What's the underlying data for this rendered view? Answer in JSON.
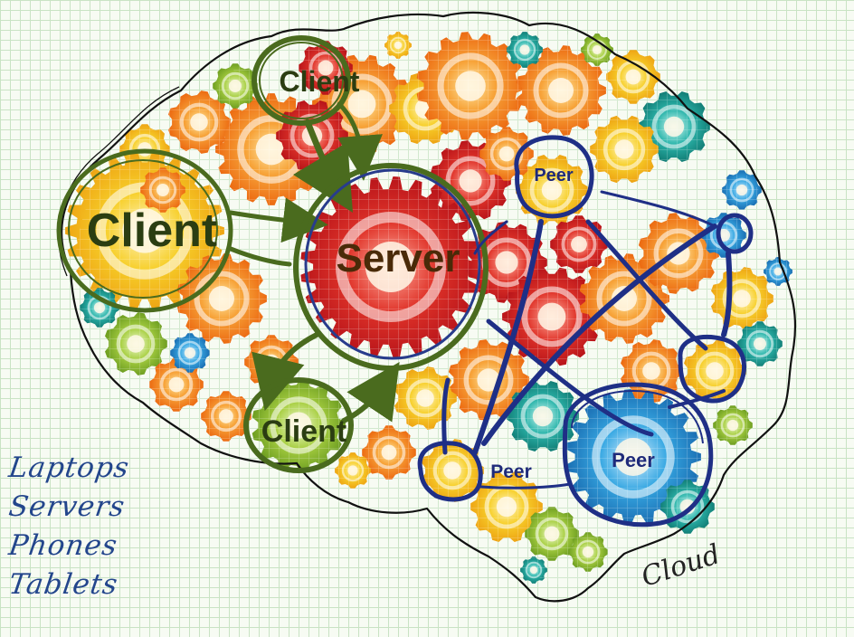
{
  "labels": {
    "client_top": "Client",
    "client_left": "Client",
    "client_bottom": "Client",
    "server": "Server",
    "peer_top": "Peer",
    "peer_bottom_left": "Peer",
    "peer_bottom_right": "Peer",
    "cloud": "Cloud"
  },
  "devices": [
    "Laptops",
    "Servers",
    "Phones",
    "Tablets"
  ],
  "colors": {
    "client_ring": "#4a6b1e",
    "client_text": "#2b3d12",
    "server_ring": "#283c8c",
    "peer_ring": "#1f2f86",
    "peer_text": "#1f2a7a",
    "outline": "#111111",
    "grid": "#c9e3c4",
    "gear_orange": "#f07c1e",
    "gear_red": "#d9231f",
    "gear_yellow": "#f6c21c",
    "gear_green": "#9cc43a",
    "gear_blue": "#2a9ad8",
    "gear_teal": "#2bb0a8"
  }
}
